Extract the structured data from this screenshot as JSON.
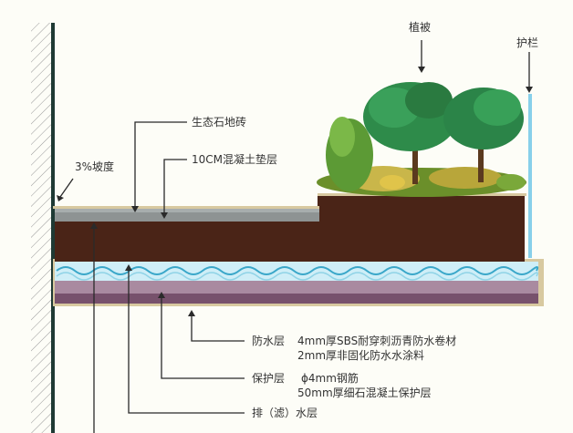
{
  "labels": {
    "vegetation": "植被",
    "railing": "护栏",
    "eco_tile": "生态石地砖",
    "concrete_cushion": "10CM混凝土垫层",
    "slope": "3%坡度",
    "waterproof_title": "防水层",
    "waterproof_line1": "4mm厚SBS耐穿刺沥青防水卷材",
    "waterproof_line2": "2mm厚非固化防水水涂料",
    "protect_title": "保护层",
    "protect_line1": "ϕ4mm钢筋",
    "protect_line2": "50mm厚细石混凝土保护层",
    "drainage": "排（滤）水层"
  },
  "colors": {
    "soil": "#4a2417",
    "drainage": "#cfeef7",
    "protect": "#a98aa0",
    "waterproof": "#77516c",
    "border": "#d8c9a0",
    "concrete": "#8e9393",
    "wall": "#1f3a34",
    "rail": "#88d0ea",
    "tree": "#2e8b4a",
    "leader": "#2a2a2a"
  }
}
